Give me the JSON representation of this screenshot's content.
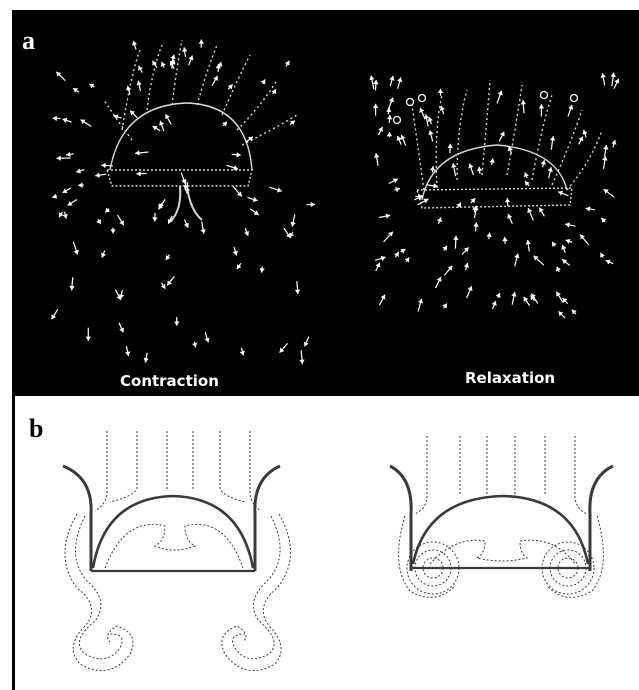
{
  "panel_a": {
    "letter": "a",
    "left_caption": "Contraction",
    "right_caption": "Relaxation"
  },
  "panel_b": {
    "letter": "b"
  },
  "colors": {
    "background_a": "#000000",
    "background_b": "#ffffff",
    "arrow": "#ffffff",
    "outline": "#3a3a3a"
  }
}
